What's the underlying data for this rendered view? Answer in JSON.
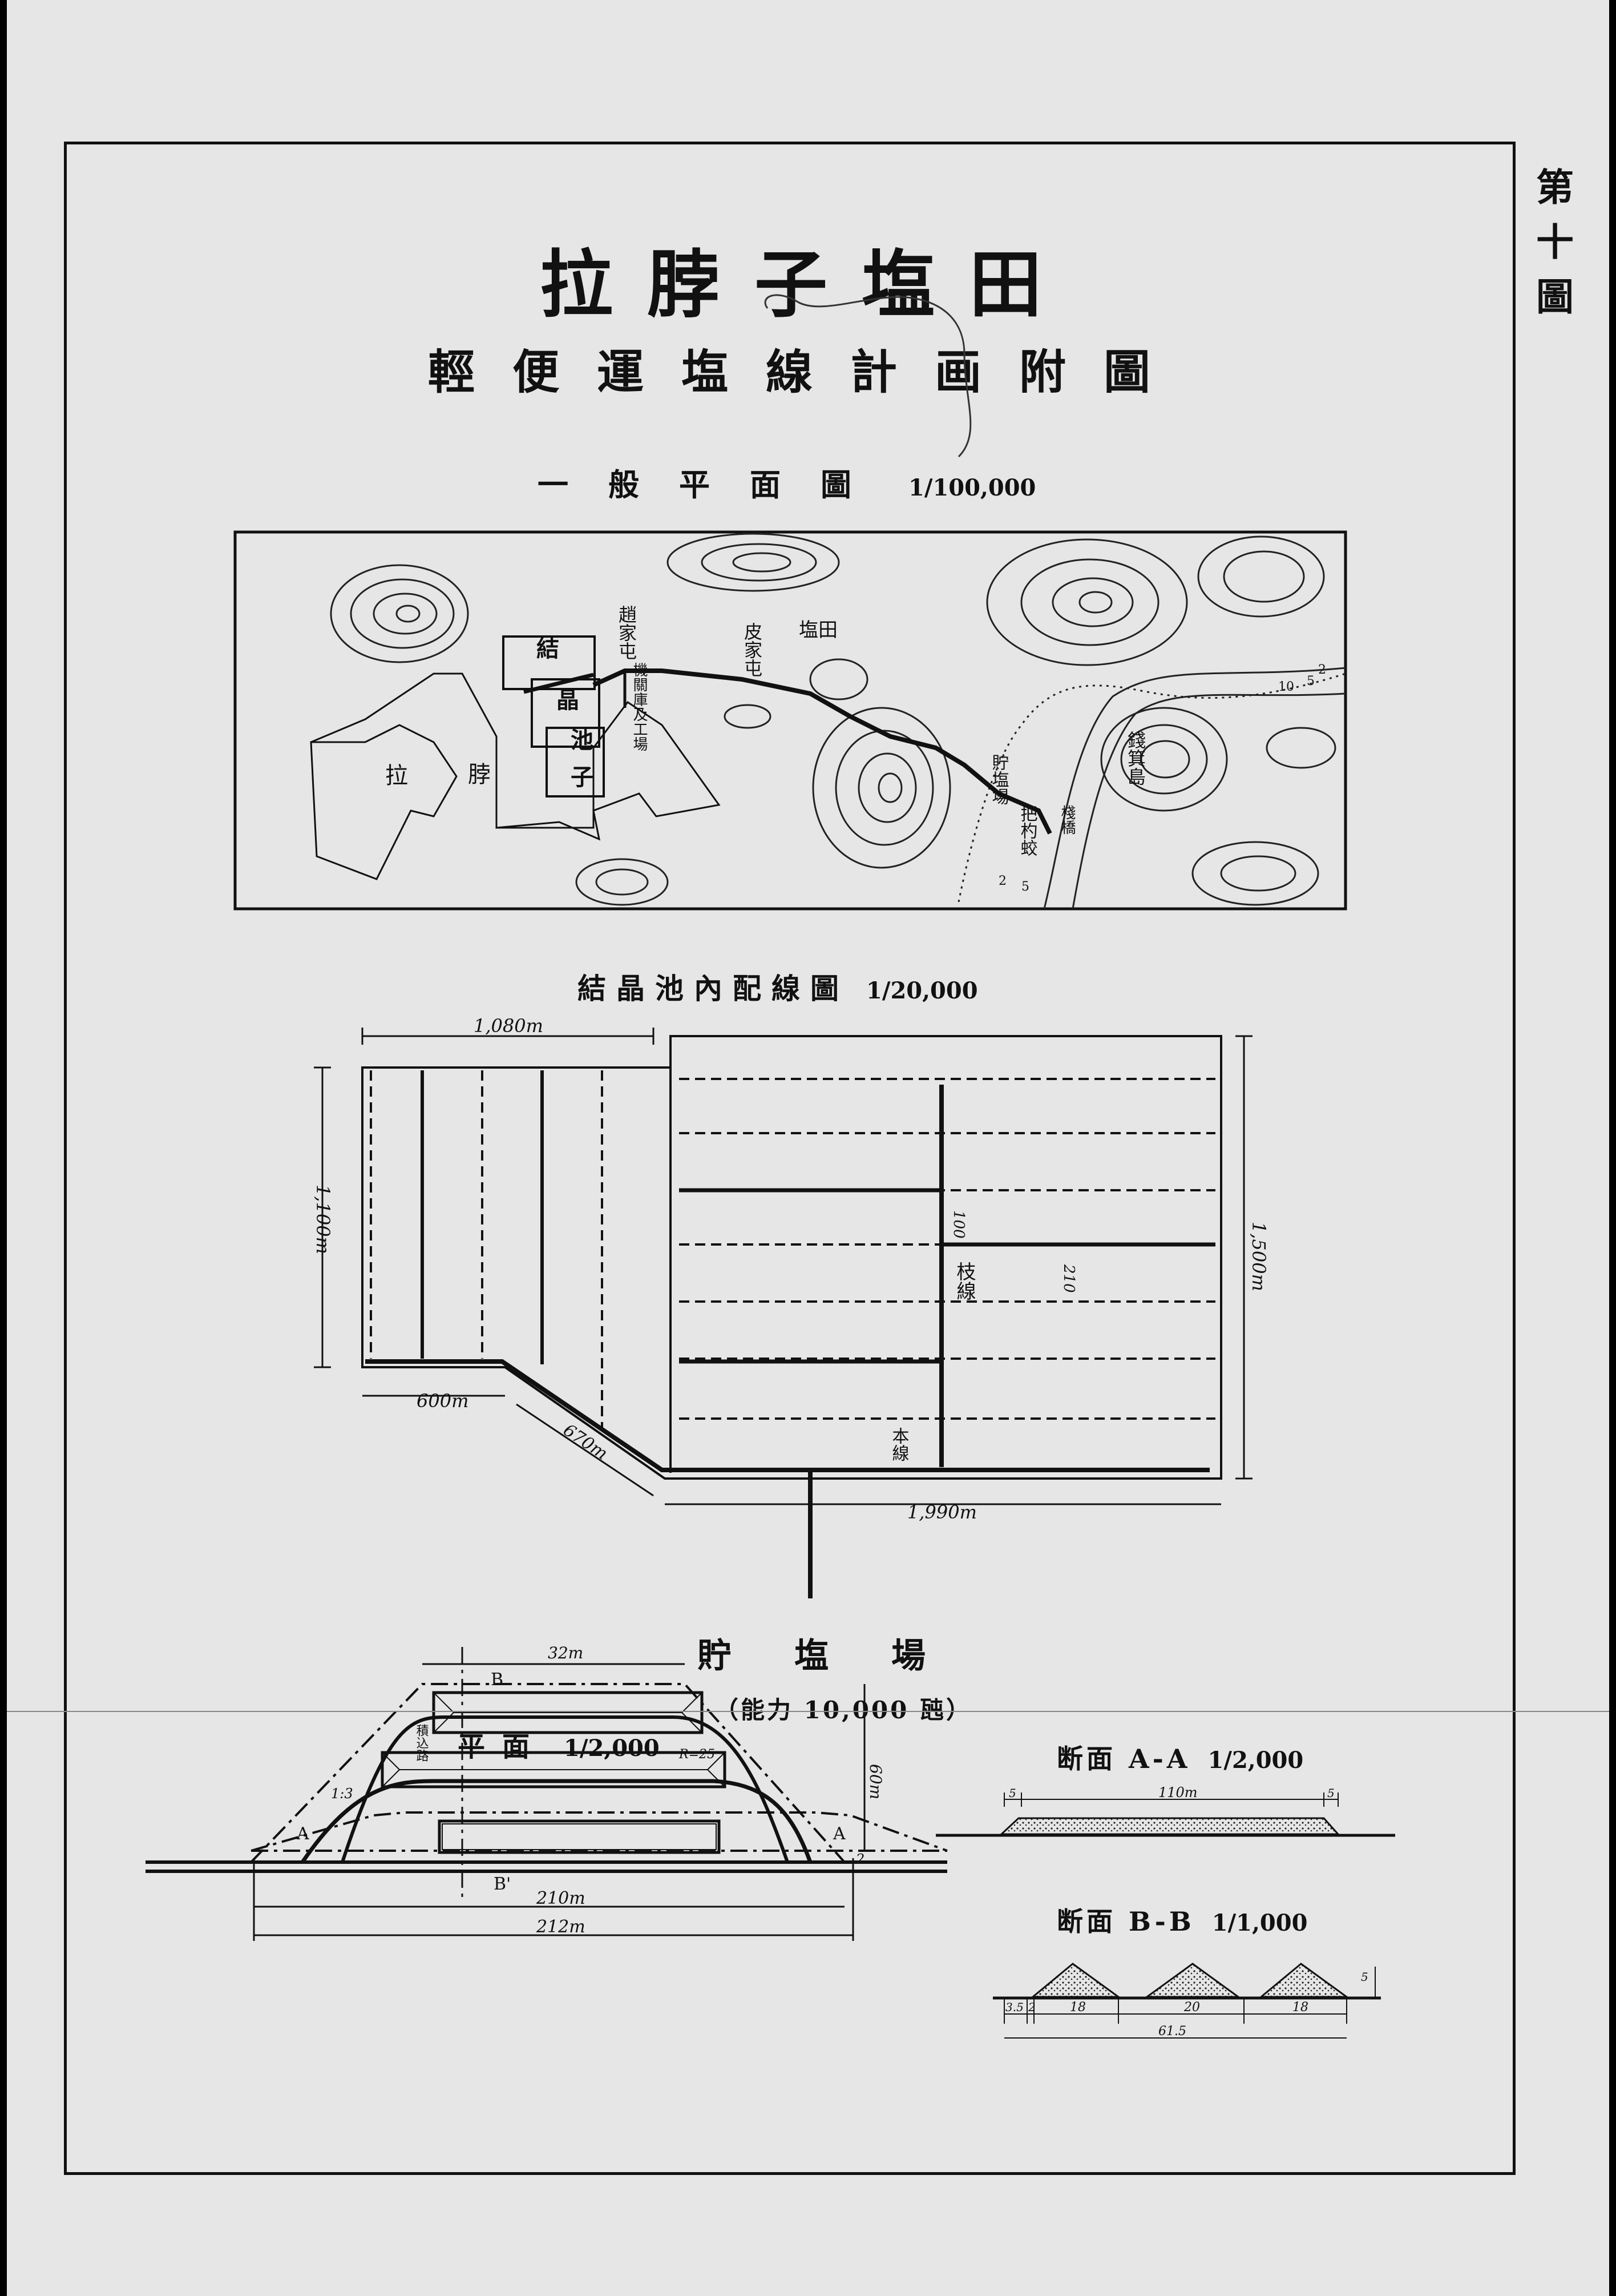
{
  "figure_number": "第十圖",
  "title": "拉脖子塩田",
  "subtitle": "輕便運塩線計画附圖",
  "general_plan": {
    "heading": "一般平面圖",
    "scale": "1/100,000",
    "labels": {
      "la": "拉",
      "bo": "脖",
      "jie": "結",
      "jing": "晶",
      "chi": "池",
      "zi": "子",
      "zhao": "趙家屯",
      "factory": "機關庫及工場",
      "pi": "皮家屯",
      "yantian": "塩田",
      "storage": "貯塩場",
      "bashao": "把杓蛟",
      "bridge": "棧橋",
      "island": "錢箕島"
    },
    "contour_digits": [
      "2",
      "5",
      "10",
      "2",
      "5"
    ]
  },
  "crystal_pond": {
    "heading": "結晶池內配線圖",
    "scale": "1/20,000",
    "dims": {
      "top": "1,080m",
      "left": "1,100m",
      "bottom_left": "600m",
      "diag": "670m",
      "bottom": "1,990m",
      "right": "1,500m",
      "spacing_a": "100",
      "spacing_b": "210"
    },
    "branch_label": "枝線",
    "main_label": "本線"
  },
  "storage_yard": {
    "heading": "貯塩場",
    "capacity": "（能力 10,000 瓲）",
    "plan": {
      "heading": "平面",
      "scale": "1/2,000",
      "dims": {
        "top": "32m",
        "right": "60m",
        "b1": "210m",
        "b2": "212m",
        "r1": "1:3",
        "r2": "R=25",
        "gap": "2"
      },
      "side_label": "積込路",
      "markers": {
        "a1": "A",
        "a2": "A",
        "b1": "B",
        "b2": "B'"
      }
    },
    "section_aa": {
      "heading": "断面 A-A",
      "scale": "1/2,000",
      "dims": {
        "left": "5",
        "mid": "110m",
        "right": "5"
      }
    },
    "section_bb": {
      "heading": "断面 B-B",
      "scale": "1/1,000",
      "dims": {
        "a": "3.5",
        "b": "2",
        "c": "18",
        "d": "20",
        "e": "18",
        "total": "61.5",
        "h": "5"
      }
    }
  }
}
